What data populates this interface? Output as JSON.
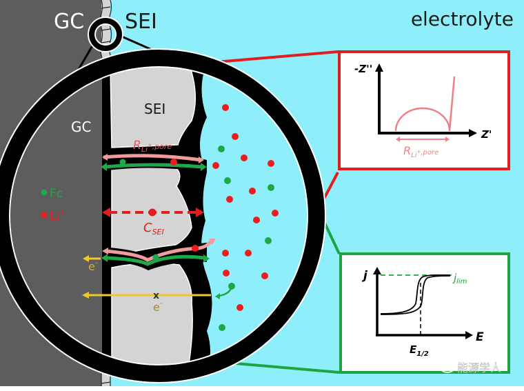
{
  "labels": {
    "gc_top": "GC",
    "sei_top": "SEI",
    "electrolyte": "electrolyte",
    "gc_inner": "GC",
    "sei_inner": "SEI",
    "legend_fc": "Fc",
    "legend_li": "Li",
    "legend_li_sup": "+",
    "r_pore_main": "R",
    "r_pore_sub": "Li",
    "r_pore_sup": "+",
    "r_pore_tail": ",pore",
    "c_sei_main": "C",
    "c_sei_sub": "SEI",
    "electron_1": "e",
    "electron_1_sup": "-",
    "electron_2": "e",
    "electron_2_sup": "-",
    "blocked_mark": "x"
  },
  "impedance_plot": {
    "y_label": "-Z''",
    "x_label": "Z'",
    "r_main": "R",
    "r_sub": "Li",
    "r_sup": "+",
    "r_tail": ",pore"
  },
  "voltammetry_plot": {
    "y_label": "j",
    "x_label": "E",
    "e_main": "E",
    "e_sub": "1/2",
    "jlim_main": "j",
    "jlim_sub": "lim"
  },
  "watermark": {
    "text": "能源学人"
  },
  "colors": {
    "electrode": "#5d5d5d",
    "electrolyte": "#8eeefa",
    "sei": "#d4d4d4",
    "li_ion": "#ee1c1c",
    "fc": "#1ea84a",
    "li_path": "#f29b9b",
    "electron": "#f0c929",
    "impedance_frame": "#e11d1d",
    "voltammetry_frame": "#1fa443",
    "curve_pink": "#ef7f86"
  }
}
